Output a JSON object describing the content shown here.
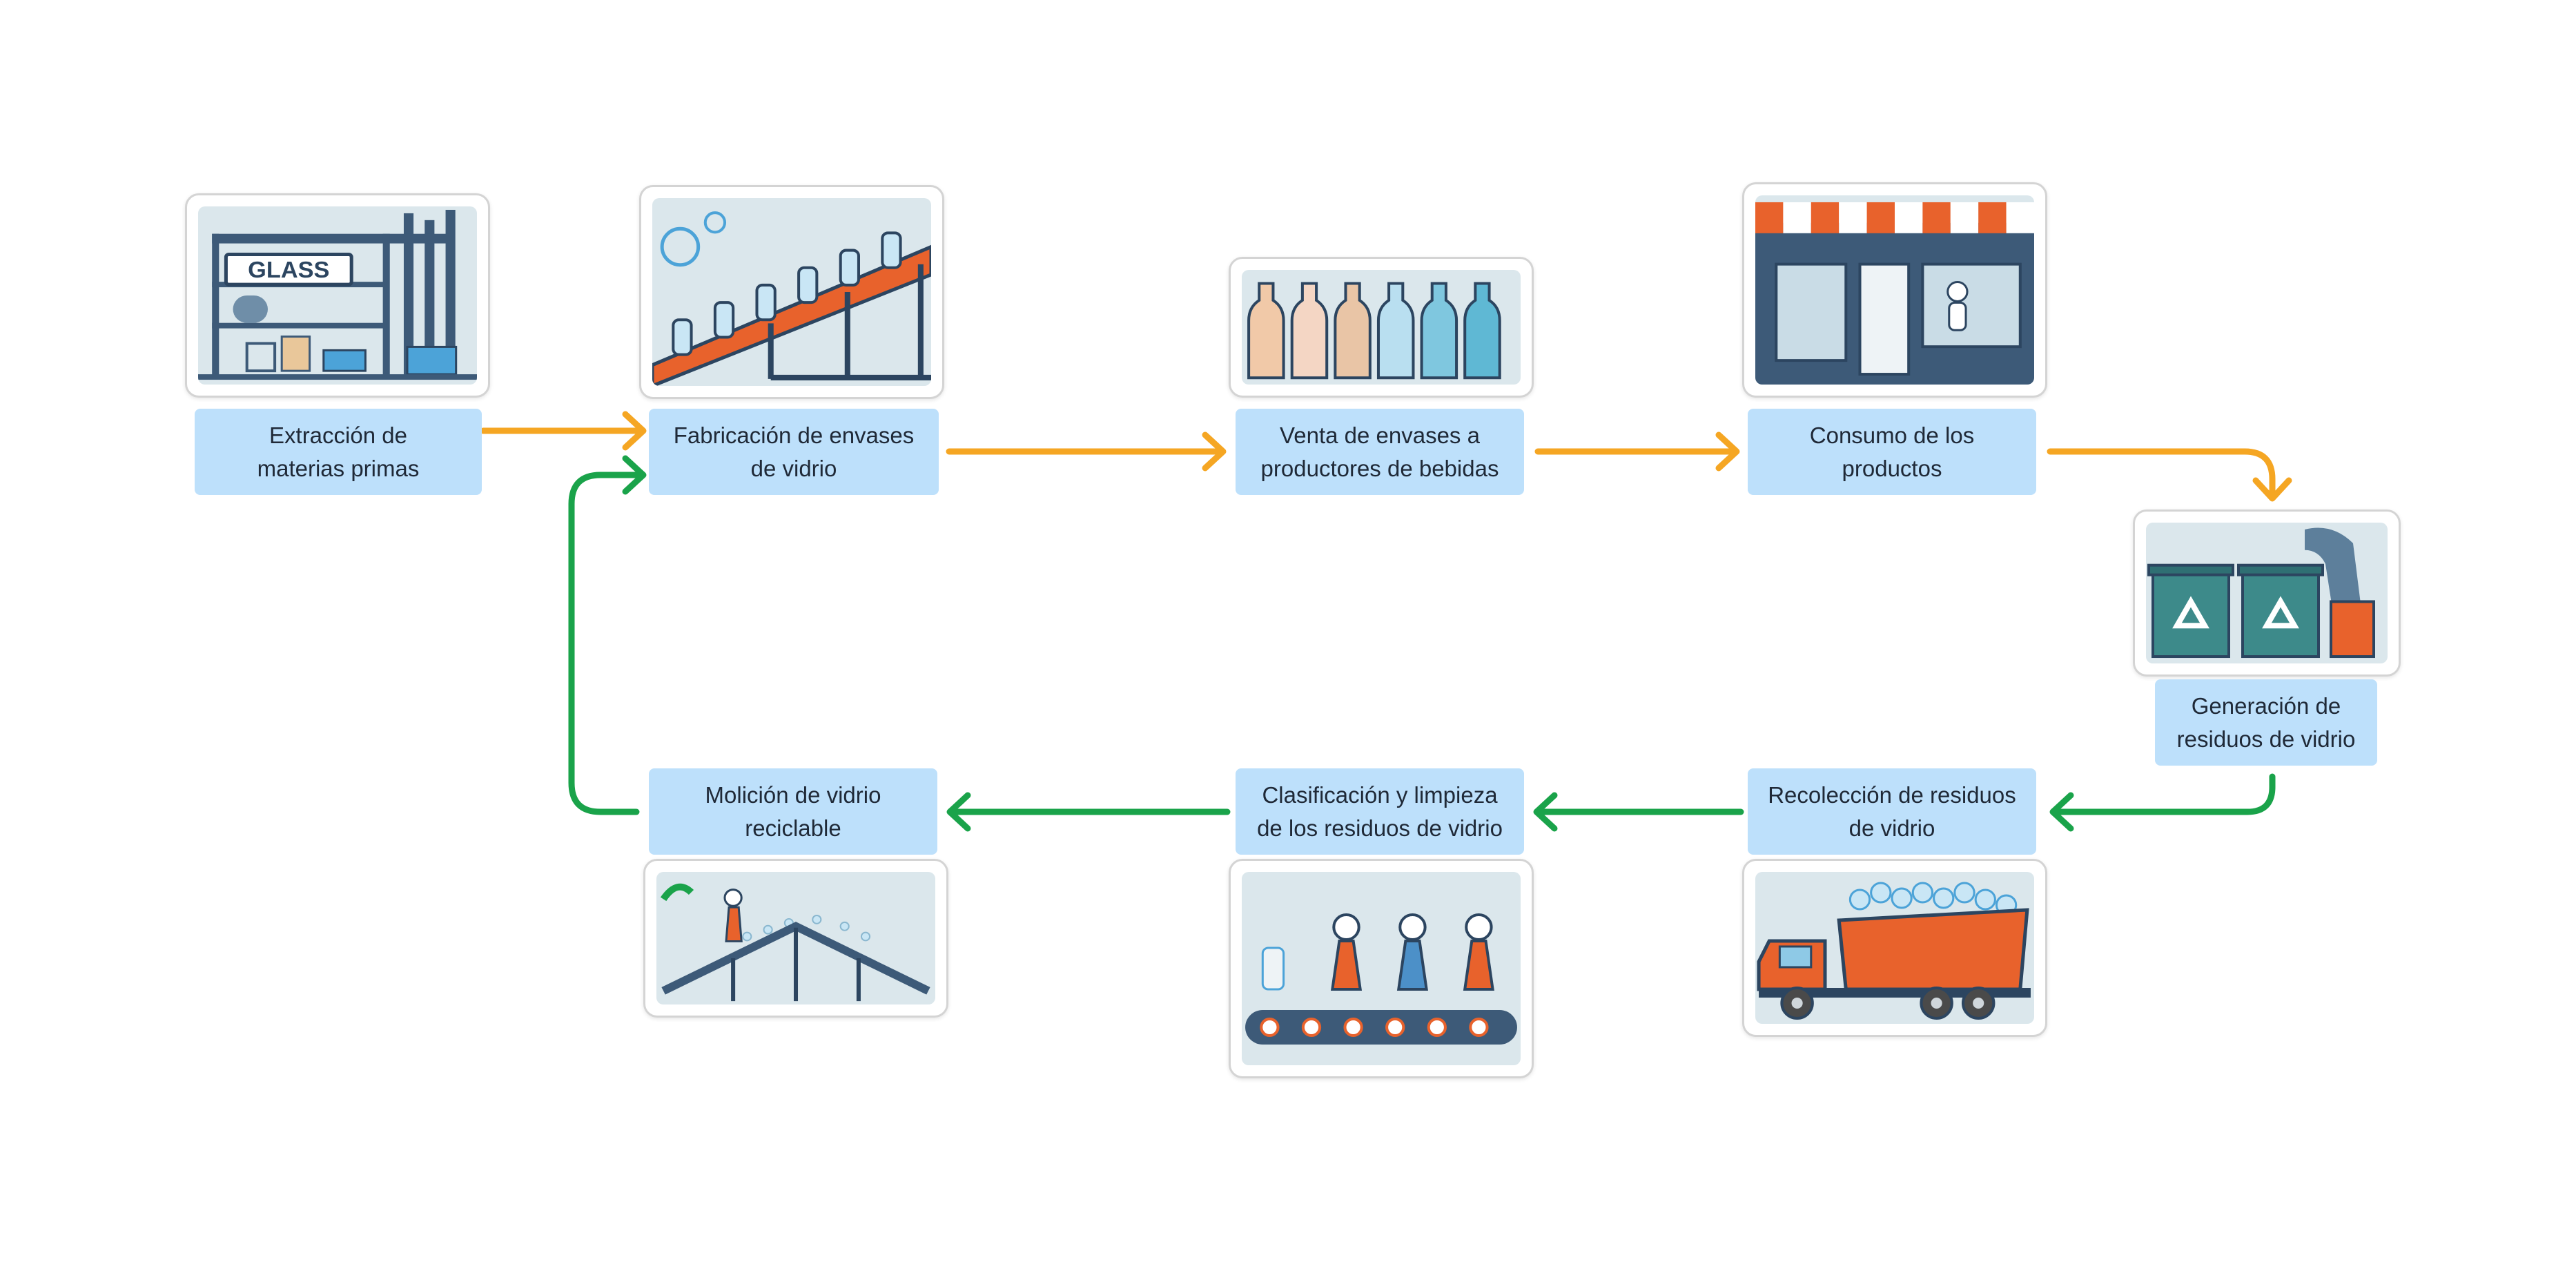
{
  "diagram": {
    "nodes": [
      {
        "id": "extraccion",
        "label": "Extracción de materias primas",
        "line1": "Extracción de",
        "line2": "materias primas",
        "icon": "factory-icon"
      },
      {
        "id": "fabricacion",
        "label": "Fabricación de envases de vidrio",
        "line1": "Fabricación de envases",
        "line2": "de vidrio",
        "icon": "conveyor-bottles-icon"
      },
      {
        "id": "venta",
        "label": "Venta de envases a productores de bebidas",
        "line1": "Venta de envases a",
        "line2": "productores de bebidas",
        "icon": "bottles-row-icon"
      },
      {
        "id": "consumo",
        "label": "Consumo de los productos",
        "line1": "Consumo de los",
        "line2": "productos",
        "icon": "store-icon"
      },
      {
        "id": "generacion",
        "label": "Generación de residuos de vidrio",
        "line1": "Generación de",
        "line2": "residuos de vidrio",
        "icon": "recycling-bins-icon"
      },
      {
        "id": "recoleccion",
        "label": "Recolección de residuos de vidrio",
        "line1": "Recolección de residuos",
        "line2": "de vidrio",
        "icon": "dump-truck-icon"
      },
      {
        "id": "clasificacion",
        "label": "Clasificación y limpieza de los residuos de vidrio",
        "line1": "Clasificación y limpieza",
        "line2": "de los residuos de vidrio",
        "icon": "sorting-workers-icon"
      },
      {
        "id": "molicion",
        "label": "Molición de vidrio reciclable",
        "line1": "Molición de vidrio",
        "line2": "reciclable",
        "icon": "crusher-icon"
      }
    ],
    "edges": [
      {
        "from": "extraccion",
        "to": "fabricacion",
        "color": "#f5a623"
      },
      {
        "from": "fabricacion",
        "to": "venta",
        "color": "#f5a623"
      },
      {
        "from": "venta",
        "to": "consumo",
        "color": "#f5a623"
      },
      {
        "from": "consumo",
        "to": "generacion",
        "color": "#f5a623"
      },
      {
        "from": "generacion",
        "to": "recoleccion",
        "color": "#1aa34a"
      },
      {
        "from": "recoleccion",
        "to": "clasificacion",
        "color": "#1aa34a"
      },
      {
        "from": "clasificacion",
        "to": "molicion",
        "color": "#1aa34a"
      },
      {
        "from": "molicion",
        "to": "fabricacion",
        "color": "#1aa34a"
      }
    ],
    "colors": {
      "label_fill": "#bde0fb",
      "production_arrow": "#f5a623",
      "recycling_arrow": "#1aa34a"
    },
    "illustration_text": {
      "factory_sign": "GLASS"
    }
  }
}
